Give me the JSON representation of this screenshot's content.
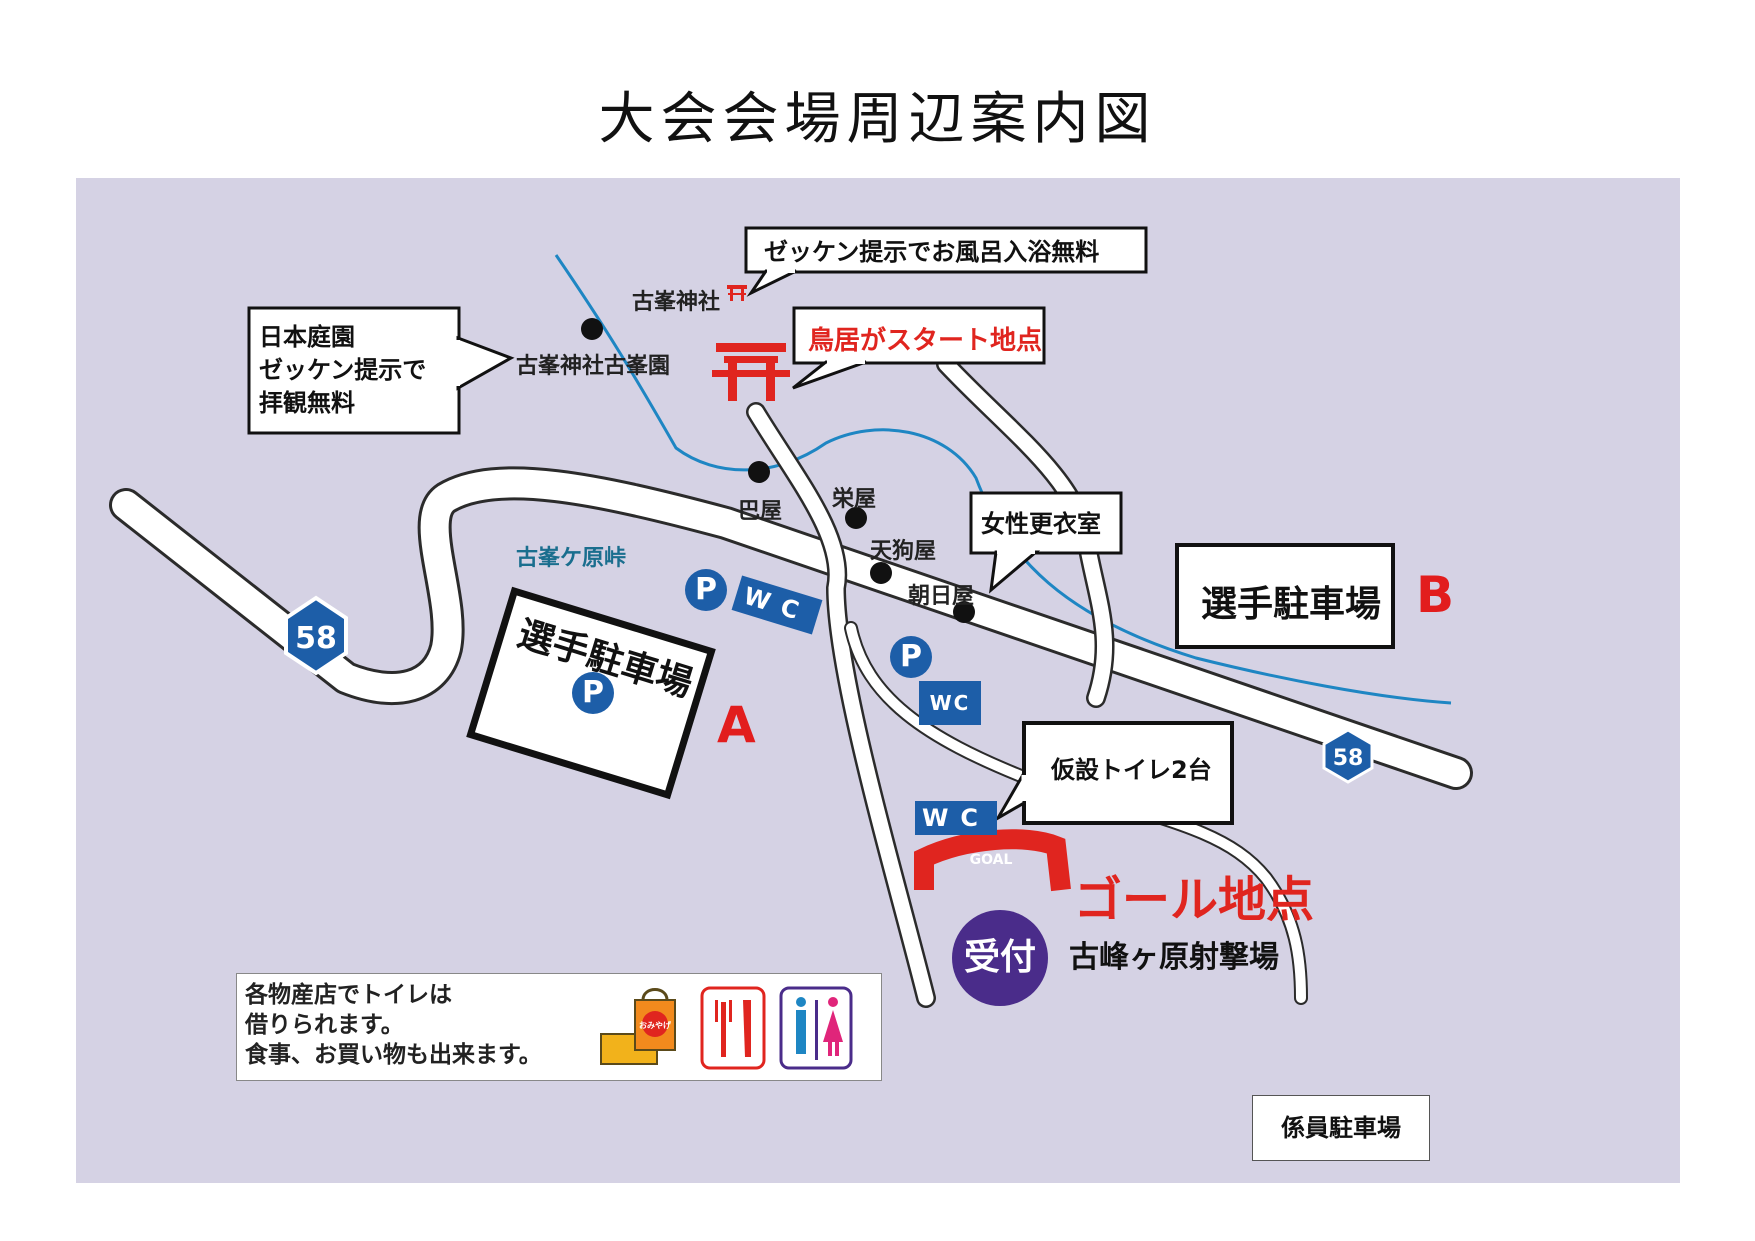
{
  "title": "大会会場周辺案内図",
  "colors": {
    "map_background": "#d5d2e4",
    "river": "#1e86c3",
    "road": "#ffffff",
    "route_shield": "#1d5ea8",
    "accent_red": "#e0251f",
    "parking_blue": "#1d5ea8",
    "reception_purple": "#4a2c8a"
  },
  "routes": {
    "main_route_number": "58",
    "east_route_number": "58"
  },
  "places": {
    "shrine": "古峯神社",
    "garden": "古峯神社古峯園",
    "inn1": "巴屋",
    "inn2": "栄屋",
    "inn3": "天狗屋",
    "inn4": "朝日屋",
    "pass": "古峯ケ原峠"
  },
  "callouts": {
    "bath": "ゼッケン提示でお風呂入浴無料",
    "garden_line1": "日本庭園",
    "garden_line2": "ゼッケン提示で",
    "garden_line3": "拝観無料",
    "start": "鳥居がスタート地点",
    "changing_room": "女性更衣室",
    "temp_toilet": "仮設トイレ2台"
  },
  "parking": {
    "athlete_a": "選手駐車場",
    "letter_a": "A",
    "athlete_b": "選手駐車場",
    "letter_b": "B",
    "staff": "係員駐車場",
    "p_symbol": "P"
  },
  "toilets": {
    "wc1": "WC",
    "wc2": "WC",
    "wc3": "WC"
  },
  "goal": {
    "arch_text": "GOAL",
    "label": "ゴール地点",
    "reception": "受付",
    "venue": "古峰ヶ原射撃場"
  },
  "info": {
    "line1": "各物産店でトイレは",
    "line2": "借りられます。",
    "line3": "食事、お買い物も出来ます。",
    "bag_text": "おみやげ",
    "icons": [
      "souvenir-bag-icon",
      "fork-knife-icon",
      "restroom-icon"
    ]
  }
}
